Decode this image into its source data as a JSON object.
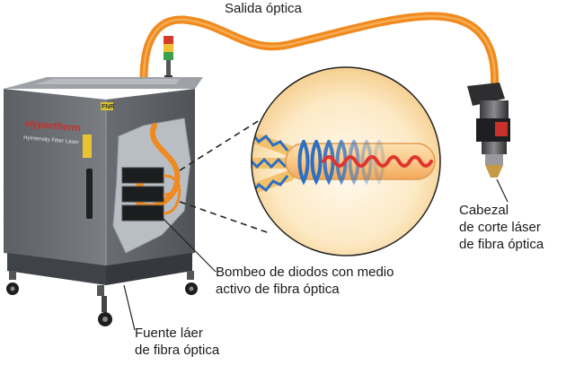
{
  "labels": {
    "salida": "Salida óptica",
    "cabezal": [
      "Cabezal",
      "de corte láser",
      "de fibra óptica"
    ],
    "bombeo": [
      "Bombeo de diodos con medio",
      "activo de fibra óptica"
    ],
    "fuente": [
      "Fuente láer",
      "de fibra óptica"
    ]
  },
  "machine": {
    "brand": "Hypertherm",
    "model": "HyIntensity Fiber Laser",
    "badge": "FNR"
  },
  "colors": {
    "fiber_cable": "#f08a1e",
    "cabinet": "#6e7177",
    "cabinet_dark": "#4a4d52",
    "panel_cutaway": "#b8bec4",
    "brand_red": "#c8312a",
    "pump_blue": "#2a6fc4",
    "pump_red": "#e0342c",
    "fiber_yellow": "#e8b640"
  },
  "icons": [
    "signal-tower-icon",
    "wheel-icon",
    "door-handle-icon",
    "laser-nozzle-icon"
  ]
}
